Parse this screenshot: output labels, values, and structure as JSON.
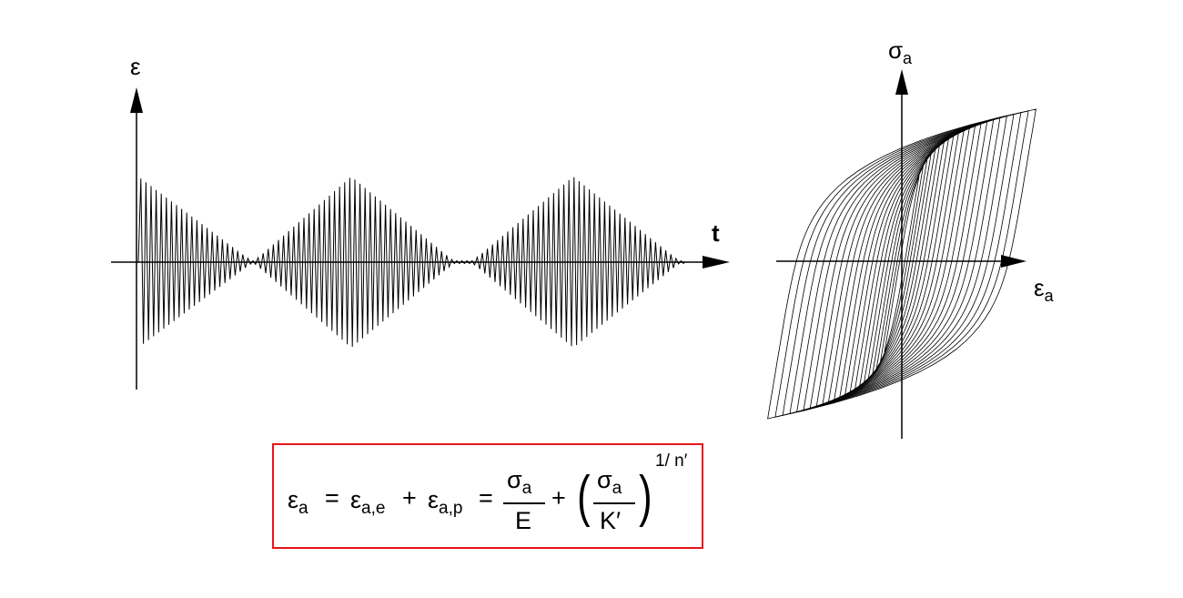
{
  "strain_time_plot": {
    "y_axis_label": "ε",
    "x_axis_label": "t",
    "blocks": [
      {
        "shape": "decreasing"
      },
      {
        "shape": "increasing-decreasing"
      },
      {
        "shape": "increasing-decreasing"
      }
    ]
  },
  "hysteresis_plot": {
    "y_axis_label": "σ",
    "y_axis_sub": "a",
    "x_axis_label": "ε",
    "x_axis_sub": "a"
  },
  "formula": {
    "lhs": "ε",
    "lhs_sub": "a",
    "eq1": "=",
    "term1": "ε",
    "term1_sub": "a,e",
    "plus1": "+",
    "term2": "ε",
    "term2_sub": "a,p",
    "eq2": "=",
    "frac1_num": "σ",
    "frac1_num_sub": "a",
    "frac1_den": "E",
    "plus2": "+",
    "frac2_num": "σ",
    "frac2_num_sub": "a",
    "frac2_den": "K′",
    "open_paren": "(",
    "close_paren": ")",
    "exponent": "1/ n′"
  },
  "colors": {
    "box_border": "#e8141b",
    "ink": "#000000"
  }
}
